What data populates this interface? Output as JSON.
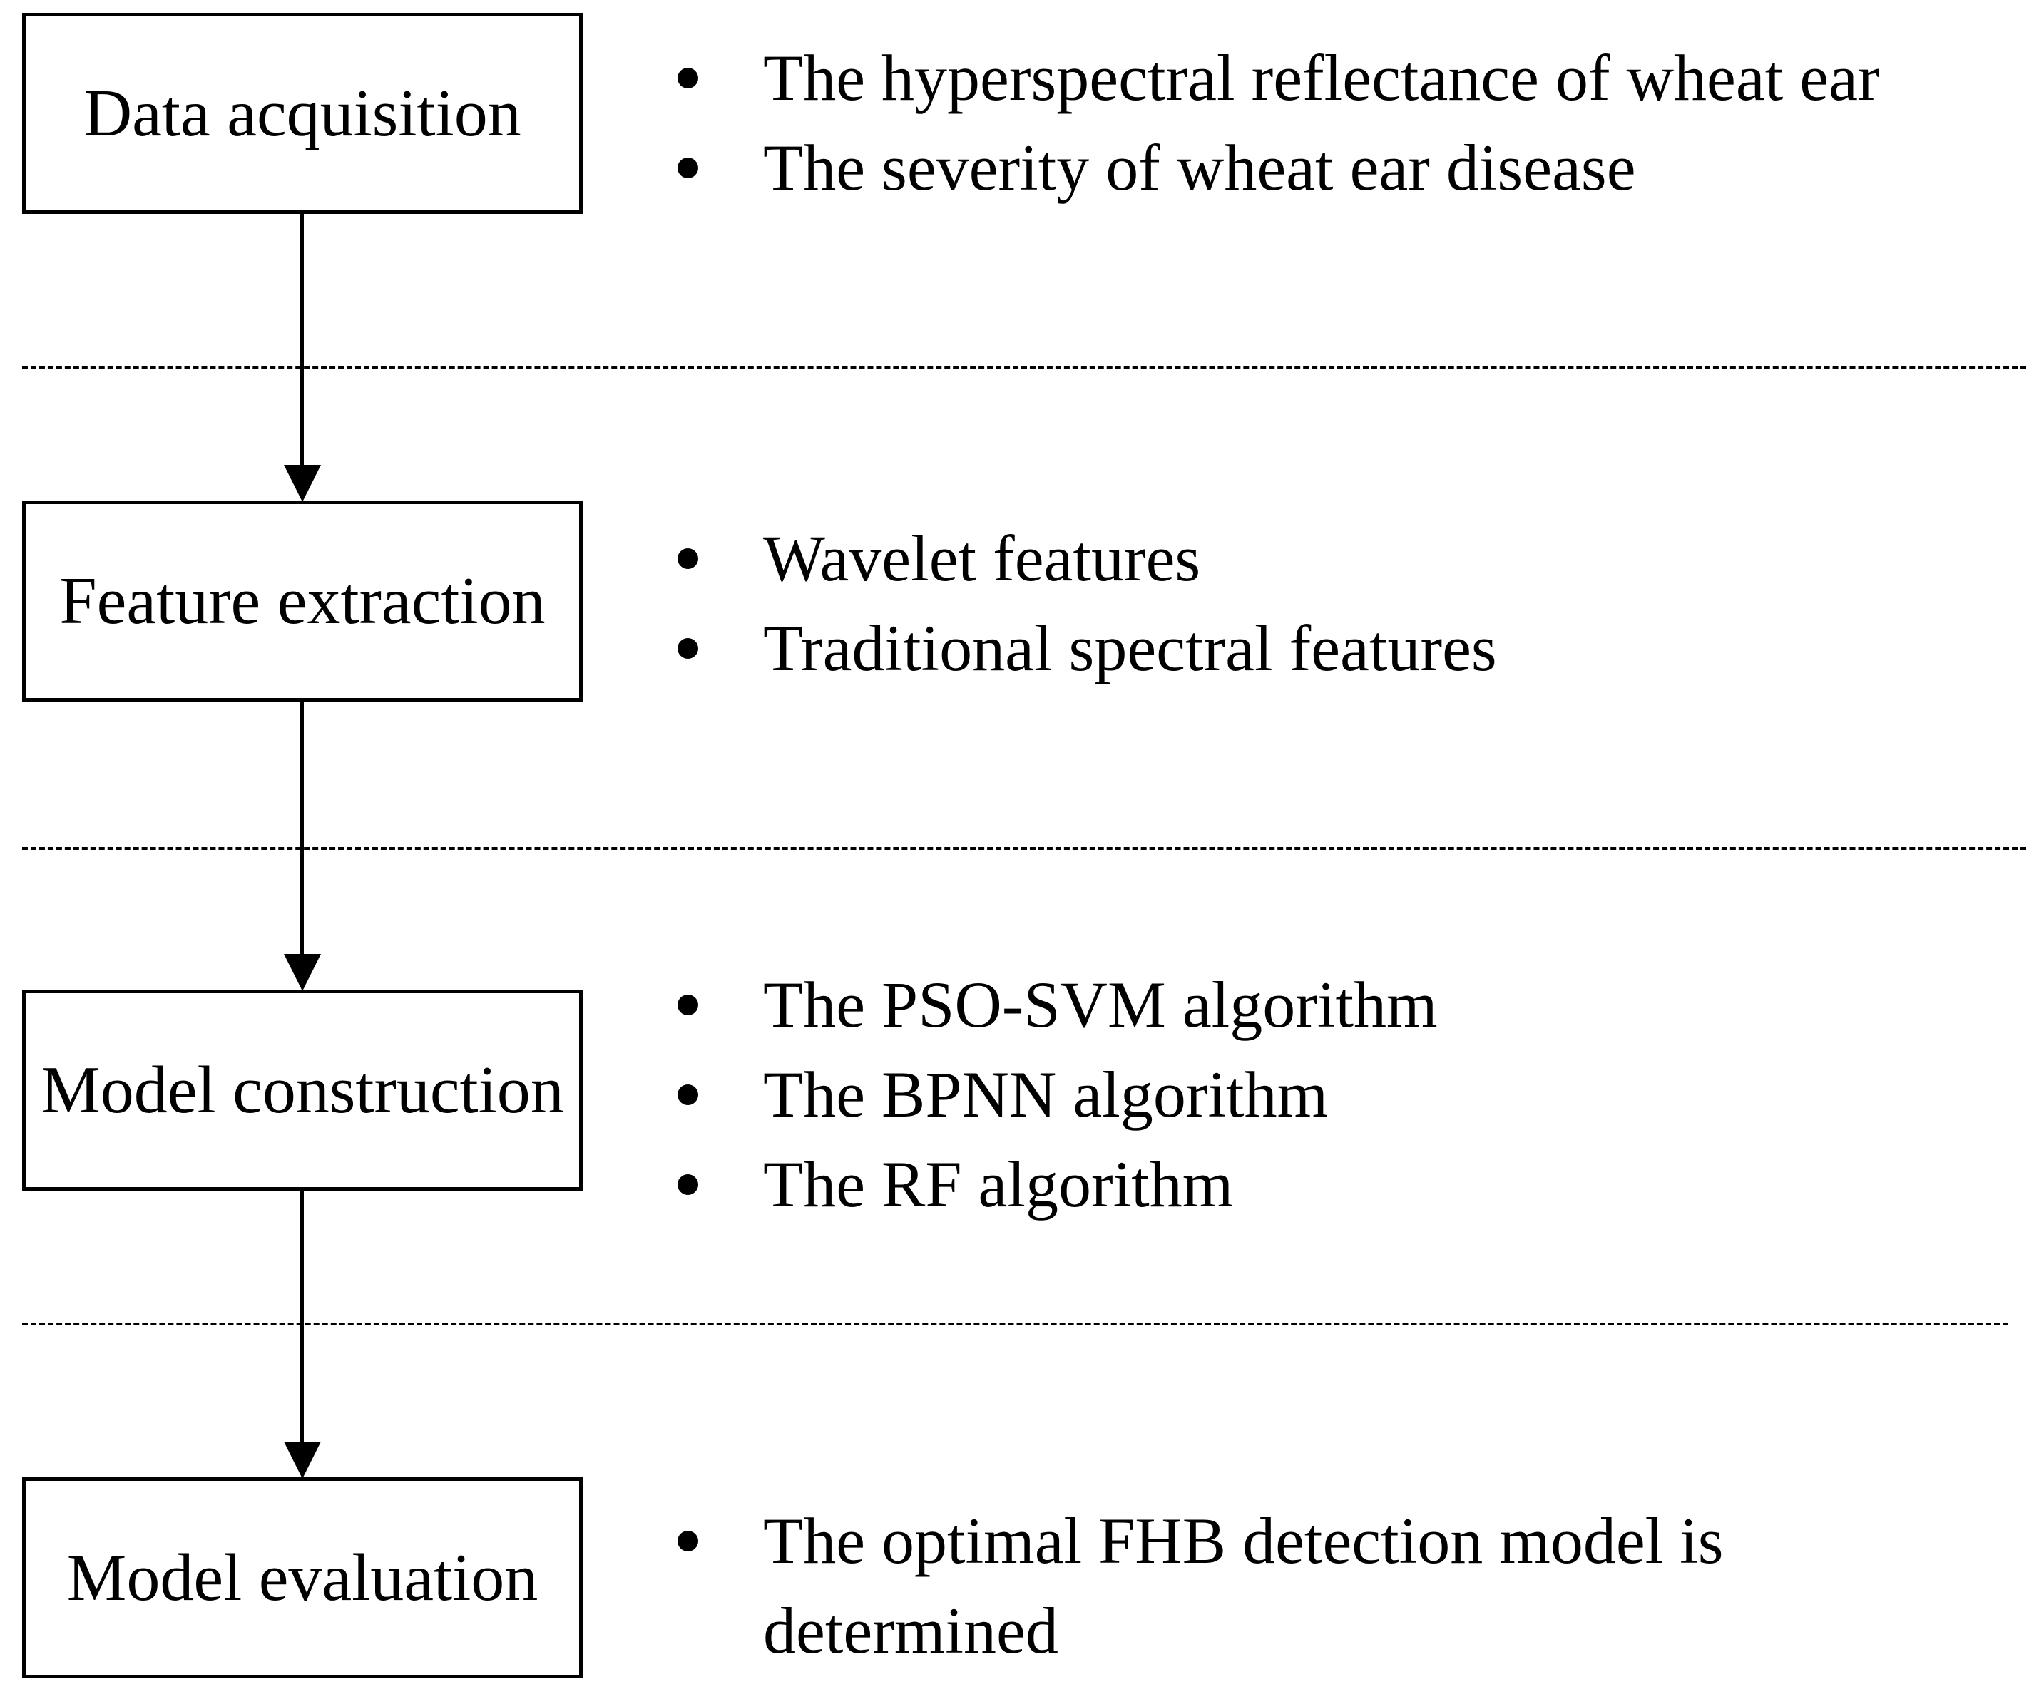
{
  "steps": [
    {
      "label": "Data acquisition",
      "bullets": [
        "The hyperspectral reflectance of wheat ear",
        "The severity of wheat ear disease"
      ]
    },
    {
      "label": "Feature extraction",
      "bullets": [
        "Wavelet features",
        "Traditional spectral features"
      ]
    },
    {
      "label": "Model construction",
      "bullets": [
        "The PSO-SVM algorithm",
        "The BPNN algorithm",
        "The RF algorithm"
      ]
    },
    {
      "label": "Model evaluation",
      "bullets": [
        "The optimal FHB detection model is determined"
      ]
    }
  ]
}
